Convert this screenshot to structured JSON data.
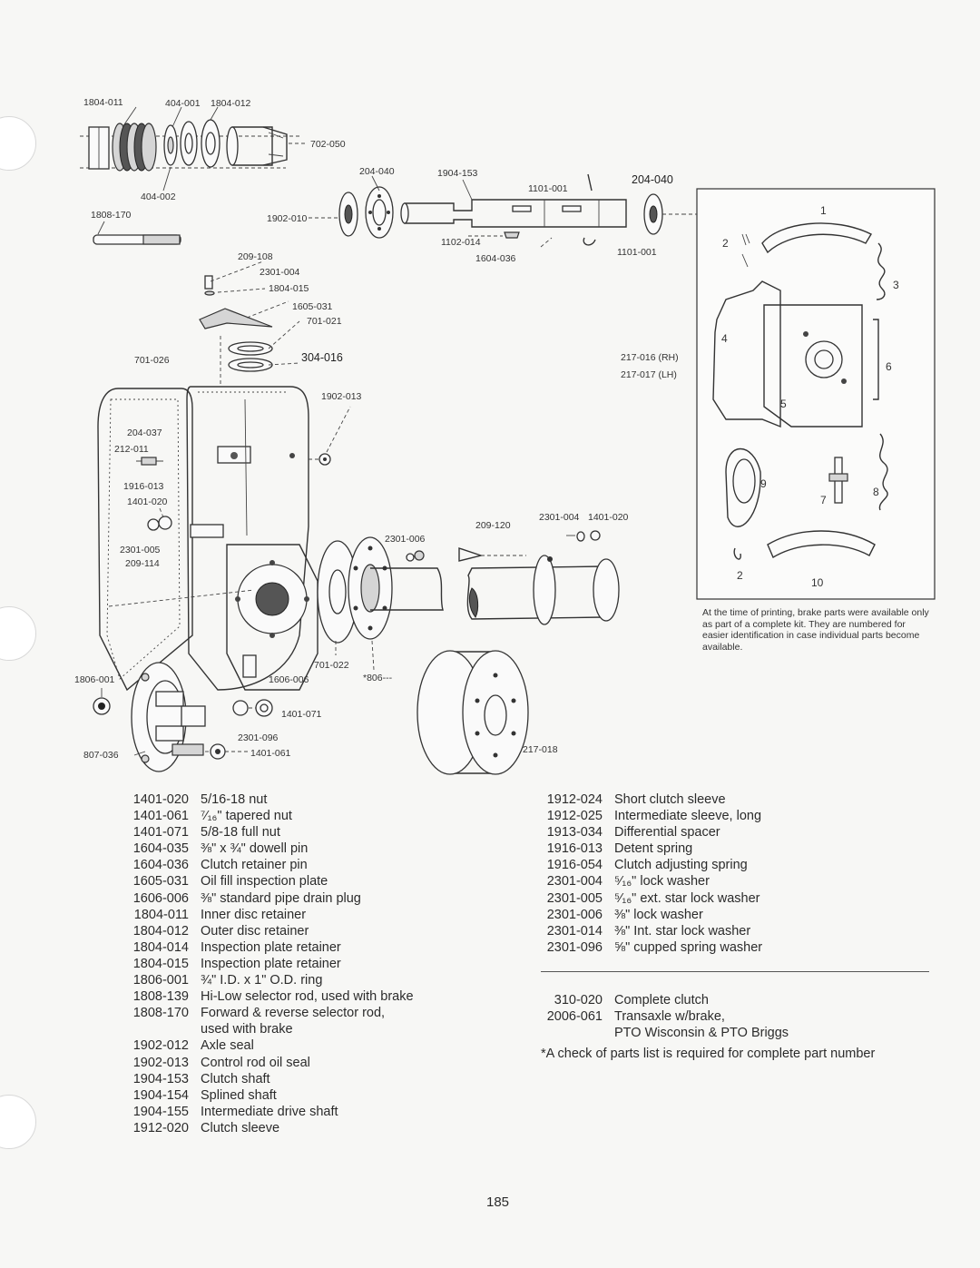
{
  "diagram": {
    "callouts": {
      "c1804_011": "1804-011",
      "c404_001": "404-001",
      "c1804_012": "1804-012",
      "c702_050": "702-050",
      "c404_002": "404-002",
      "c1808_170": "1808-170",
      "c204_040a": "204-040",
      "c1904_153": "1904-153",
      "c1101_001a": "1101-001",
      "c204_040b": "204-040",
      "c1902_010": "1902-010",
      "c1102_014": "1102-014",
      "c1604_036": "1604-036",
      "c1101_001b": "1101-001",
      "c209_108": "209-108",
      "c2301_004a": "2301-004",
      "c1804_015": "1804-015",
      "c1605_031": "1605-031",
      "c701_021": "701-021",
      "c701_026": "701-026",
      "c304_016": "304-016",
      "c1902_013": "1902-013",
      "c204_037": "204-037",
      "c212_011": "212-011",
      "c1916_013": "1916-013",
      "c1401_020a": "1401-020",
      "c2301_005": "2301-005",
      "c209_114": "209-114",
      "c2301_006": "2301-006",
      "c209_120": "209-120",
      "c2301_004b": "2301-004",
      "c1401_020b": "1401-020",
      "c701_022": "701-022",
      "c806": "*806---",
      "c1606_006": "1606-006",
      "c1806_001": "1806-001",
      "c1401_071": "1401-071",
      "c2301_096": "2301-096",
      "c807_036": "807-036",
      "c1401_061": "1401-061",
      "c217_018": "217-018",
      "c217_016": "217-016 (RH)",
      "c217_017": "217-017 (LH)"
    },
    "brake_kit": {
      "n1": "1",
      "n2a": "2",
      "n3": "3",
      "n4": "4",
      "n5": "5",
      "n6": "6",
      "n7": "7",
      "n8": "8",
      "n9": "9",
      "n2b": "2",
      "n10": "10",
      "note": "At the time of printing, brake parts were available only as part of a complete kit. They are numbered for easier identification in case individual parts become available."
    }
  },
  "parts_left": [
    {
      "num": "1401-020",
      "desc": "5/16-18 nut"
    },
    {
      "num": "1401-061",
      "desc": "⁷⁄₁₆\" tapered nut"
    },
    {
      "num": "1401-071",
      "desc": "5/8-18 full nut"
    },
    {
      "num": "1604-035",
      "desc": "⅜\" x ¾\" dowell pin"
    },
    {
      "num": "1604-036",
      "desc": "Clutch retainer pin"
    },
    {
      "num": "1605-031",
      "desc": "Oil fill inspection plate"
    },
    {
      "num": "1606-006",
      "desc": "⅜\" standard pipe drain plug"
    },
    {
      "num": "1804-011",
      "desc": "Inner disc retainer"
    },
    {
      "num": "1804-012",
      "desc": "Outer disc retainer"
    },
    {
      "num": "1804-014",
      "desc": "Inspection plate retainer"
    },
    {
      "num": "1804-015",
      "desc": "Inspection plate retainer"
    },
    {
      "num": "1806-001",
      "desc": "¾\" I.D. x 1\" O.D. ring"
    },
    {
      "num": "1808-139",
      "desc": "Hi-Low selector rod, used with brake"
    },
    {
      "num": "1808-170",
      "desc": "Forward & reverse selector rod,"
    },
    {
      "num": "",
      "desc": "used with brake"
    },
    {
      "num": "1902-012",
      "desc": "Axle seal"
    },
    {
      "num": "1902-013",
      "desc": "Control rod oil seal"
    },
    {
      "num": "1904-153",
      "desc": "Clutch shaft"
    },
    {
      "num": "1904-154",
      "desc": "Splined shaft"
    },
    {
      "num": "1904-155",
      "desc": "Intermediate drive shaft"
    },
    {
      "num": "1912-020",
      "desc": "Clutch sleeve"
    }
  ],
  "parts_right": [
    {
      "num": "1912-024",
      "desc": "Short clutch sleeve"
    },
    {
      "num": "1912-025",
      "desc": "Intermediate sleeve, long"
    },
    {
      "num": "1913-034",
      "desc": "Differential spacer"
    },
    {
      "num": "1916-013",
      "desc": "Detent spring"
    },
    {
      "num": "1916-054",
      "desc": "Clutch adjusting spring"
    },
    {
      "num": "2301-004",
      "desc": "⁵⁄₁₆\" lock washer"
    },
    {
      "num": "2301-005",
      "desc": "⁵⁄₁₆\" ext. star lock washer"
    },
    {
      "num": "2301-006",
      "desc": "⅜\" lock washer"
    },
    {
      "num": "2301-014",
      "desc": "⅜\" Int. star lock washer"
    },
    {
      "num": "2301-096",
      "desc": "⅝\" cupped spring washer"
    }
  ],
  "parts_complete": [
    {
      "num": "310-020",
      "desc": "Complete clutch"
    },
    {
      "num": "2006-061",
      "desc": "Transaxle w/brake,"
    },
    {
      "num": "",
      "desc": "PTO Wisconsin & PTO Briggs"
    }
  ],
  "footnote": "*A check of parts list is required for complete part number",
  "page_number": "185"
}
